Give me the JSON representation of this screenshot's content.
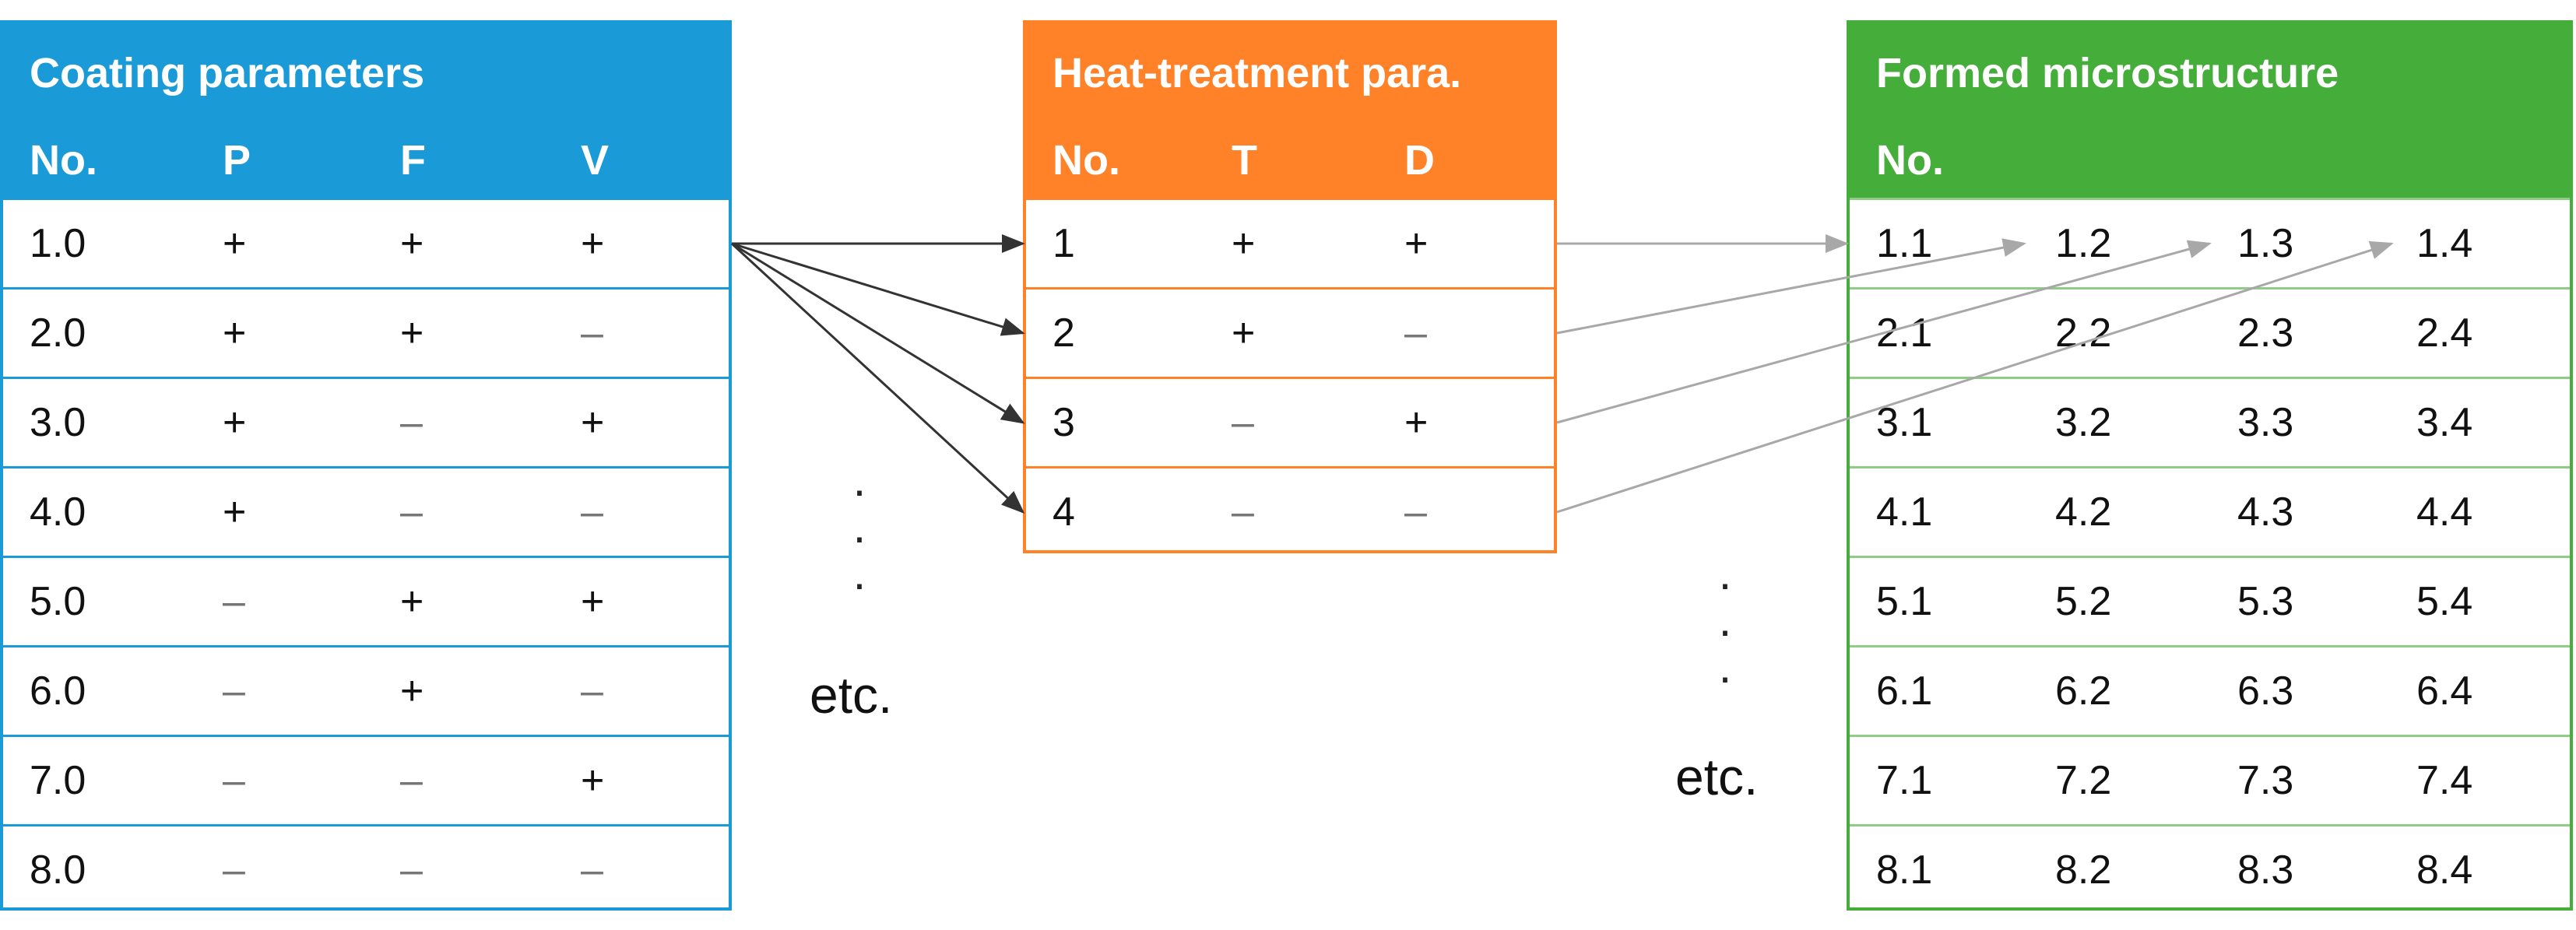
{
  "coating": {
    "title": "Coating parameters",
    "columns": [
      "No.",
      "P",
      "F",
      "V"
    ],
    "rows": [
      [
        "1.0",
        "+",
        "+",
        "+"
      ],
      [
        "2.0",
        "+",
        "+",
        "–"
      ],
      [
        "3.0",
        "+",
        "–",
        "+"
      ],
      [
        "4.0",
        "+",
        "–",
        "–"
      ],
      [
        "5.0",
        "–",
        "+",
        "+"
      ],
      [
        "6.0",
        "–",
        "+",
        "–"
      ],
      [
        "7.0",
        "–",
        "–",
        "+"
      ],
      [
        "8.0",
        "–",
        "–",
        "–"
      ]
    ]
  },
  "heat": {
    "title": "Heat-treatment para.",
    "columns": [
      "No.",
      "T",
      "D"
    ],
    "rows": [
      [
        "1",
        "+",
        "+"
      ],
      [
        "2",
        "+",
        "–"
      ],
      [
        "3",
        "–",
        "+"
      ],
      [
        "4",
        "–",
        "–"
      ]
    ]
  },
  "micro": {
    "title": "Formed microstructure",
    "columns": [
      "No."
    ],
    "rows": [
      [
        "1.1",
        "1.2",
        "1.3",
        "1.4"
      ],
      [
        "2.1",
        "2.2",
        "2.3",
        "2.4"
      ],
      [
        "3.1",
        "3.2",
        "3.3",
        "3.4"
      ],
      [
        "4.1",
        "4.2",
        "4.3",
        "4.4"
      ],
      [
        "5.1",
        "5.2",
        "5.3",
        "5.4"
      ],
      [
        "6.1",
        "6.2",
        "6.3",
        "6.4"
      ],
      [
        "7.1",
        "7.2",
        "7.3",
        "7.4"
      ],
      [
        "8.1",
        "8.2",
        "8.3",
        "8.4"
      ]
    ]
  },
  "etc_label": "etc.",
  "colors": {
    "coating": "#1a9bd7",
    "heat": "#ff8228",
    "micro": "#45ad3a",
    "arrow_dark": "#333333",
    "arrow_light": "#a8a8a8"
  }
}
